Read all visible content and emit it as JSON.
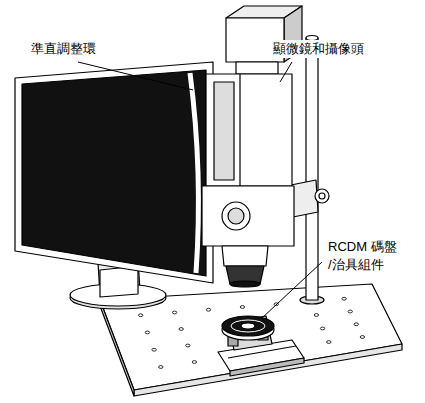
{
  "diagram": {
    "labels": [
      "準直調整環",
      "顯微鏡和攝像頭",
      "RCDM 碼盤 /治具組件"
    ]
  }
}
